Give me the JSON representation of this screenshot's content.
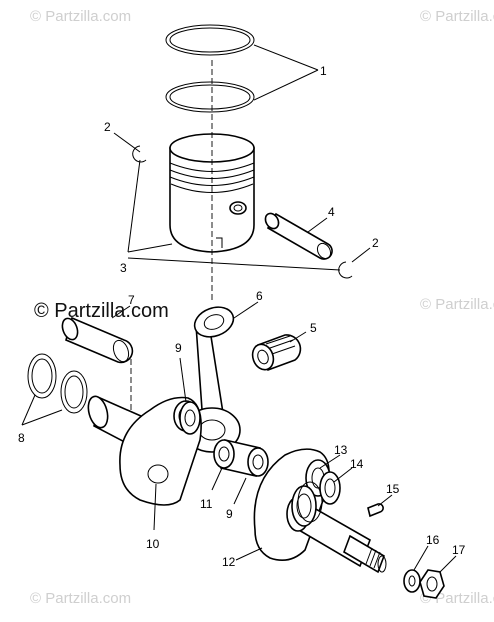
{
  "watermarks": {
    "corner_text": "© Partzilla.com",
    "main_text": "© Partzilla.com"
  },
  "callouts": {
    "c1": "1",
    "c2a": "2",
    "c2b": "2",
    "c3": "3",
    "c4": "4",
    "c5": "5",
    "c6": "6",
    "c7": "7",
    "c8": "8",
    "c9a": "9",
    "c9b": "9",
    "c10": "10",
    "c11": "11",
    "c12": "12",
    "c13": "13",
    "c14": "14",
    "c15": "15",
    "c16": "16",
    "c17": "17"
  }
}
